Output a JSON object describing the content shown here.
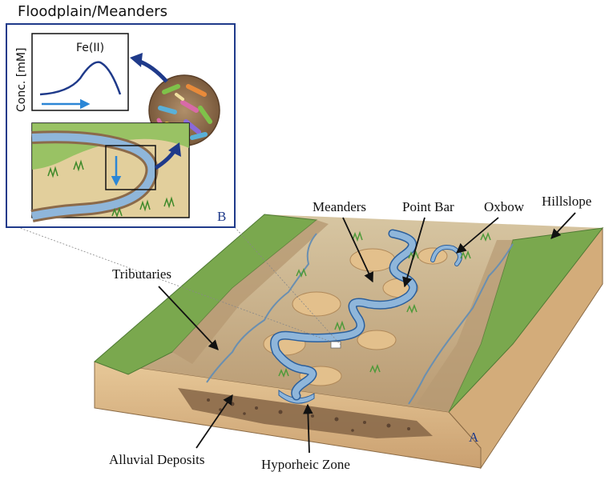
{
  "inset": {
    "title": "Floodplain/Meanders",
    "letter": "B",
    "graph": {
      "ylabel": "Conc. [mM]",
      "curve_label": "Fe(II)"
    }
  },
  "block": {
    "letter": "A"
  },
  "labels": {
    "meanders": "Meanders",
    "point_bar": "Point Bar",
    "oxbow": "Oxbow",
    "hillslope": "Hillslope",
    "tributaries": "Tributaries",
    "alluvial_deposits": "Alluvial Deposits",
    "hyporheic_zone": "Hyporheic Zone"
  },
  "colors": {
    "frame": "#1f3a8a",
    "river": "#8fb6da",
    "river_edge": "#2b5f9c",
    "hill_green": "#7aa84e",
    "hill_dark": "#4f7a34",
    "floodplain": "#c9b48f",
    "soil": "#d9b98a",
    "alluvium": "#8b6a4a",
    "arrow_blue": "#1f4fa0",
    "arrow_light": "#2b86d6"
  }
}
